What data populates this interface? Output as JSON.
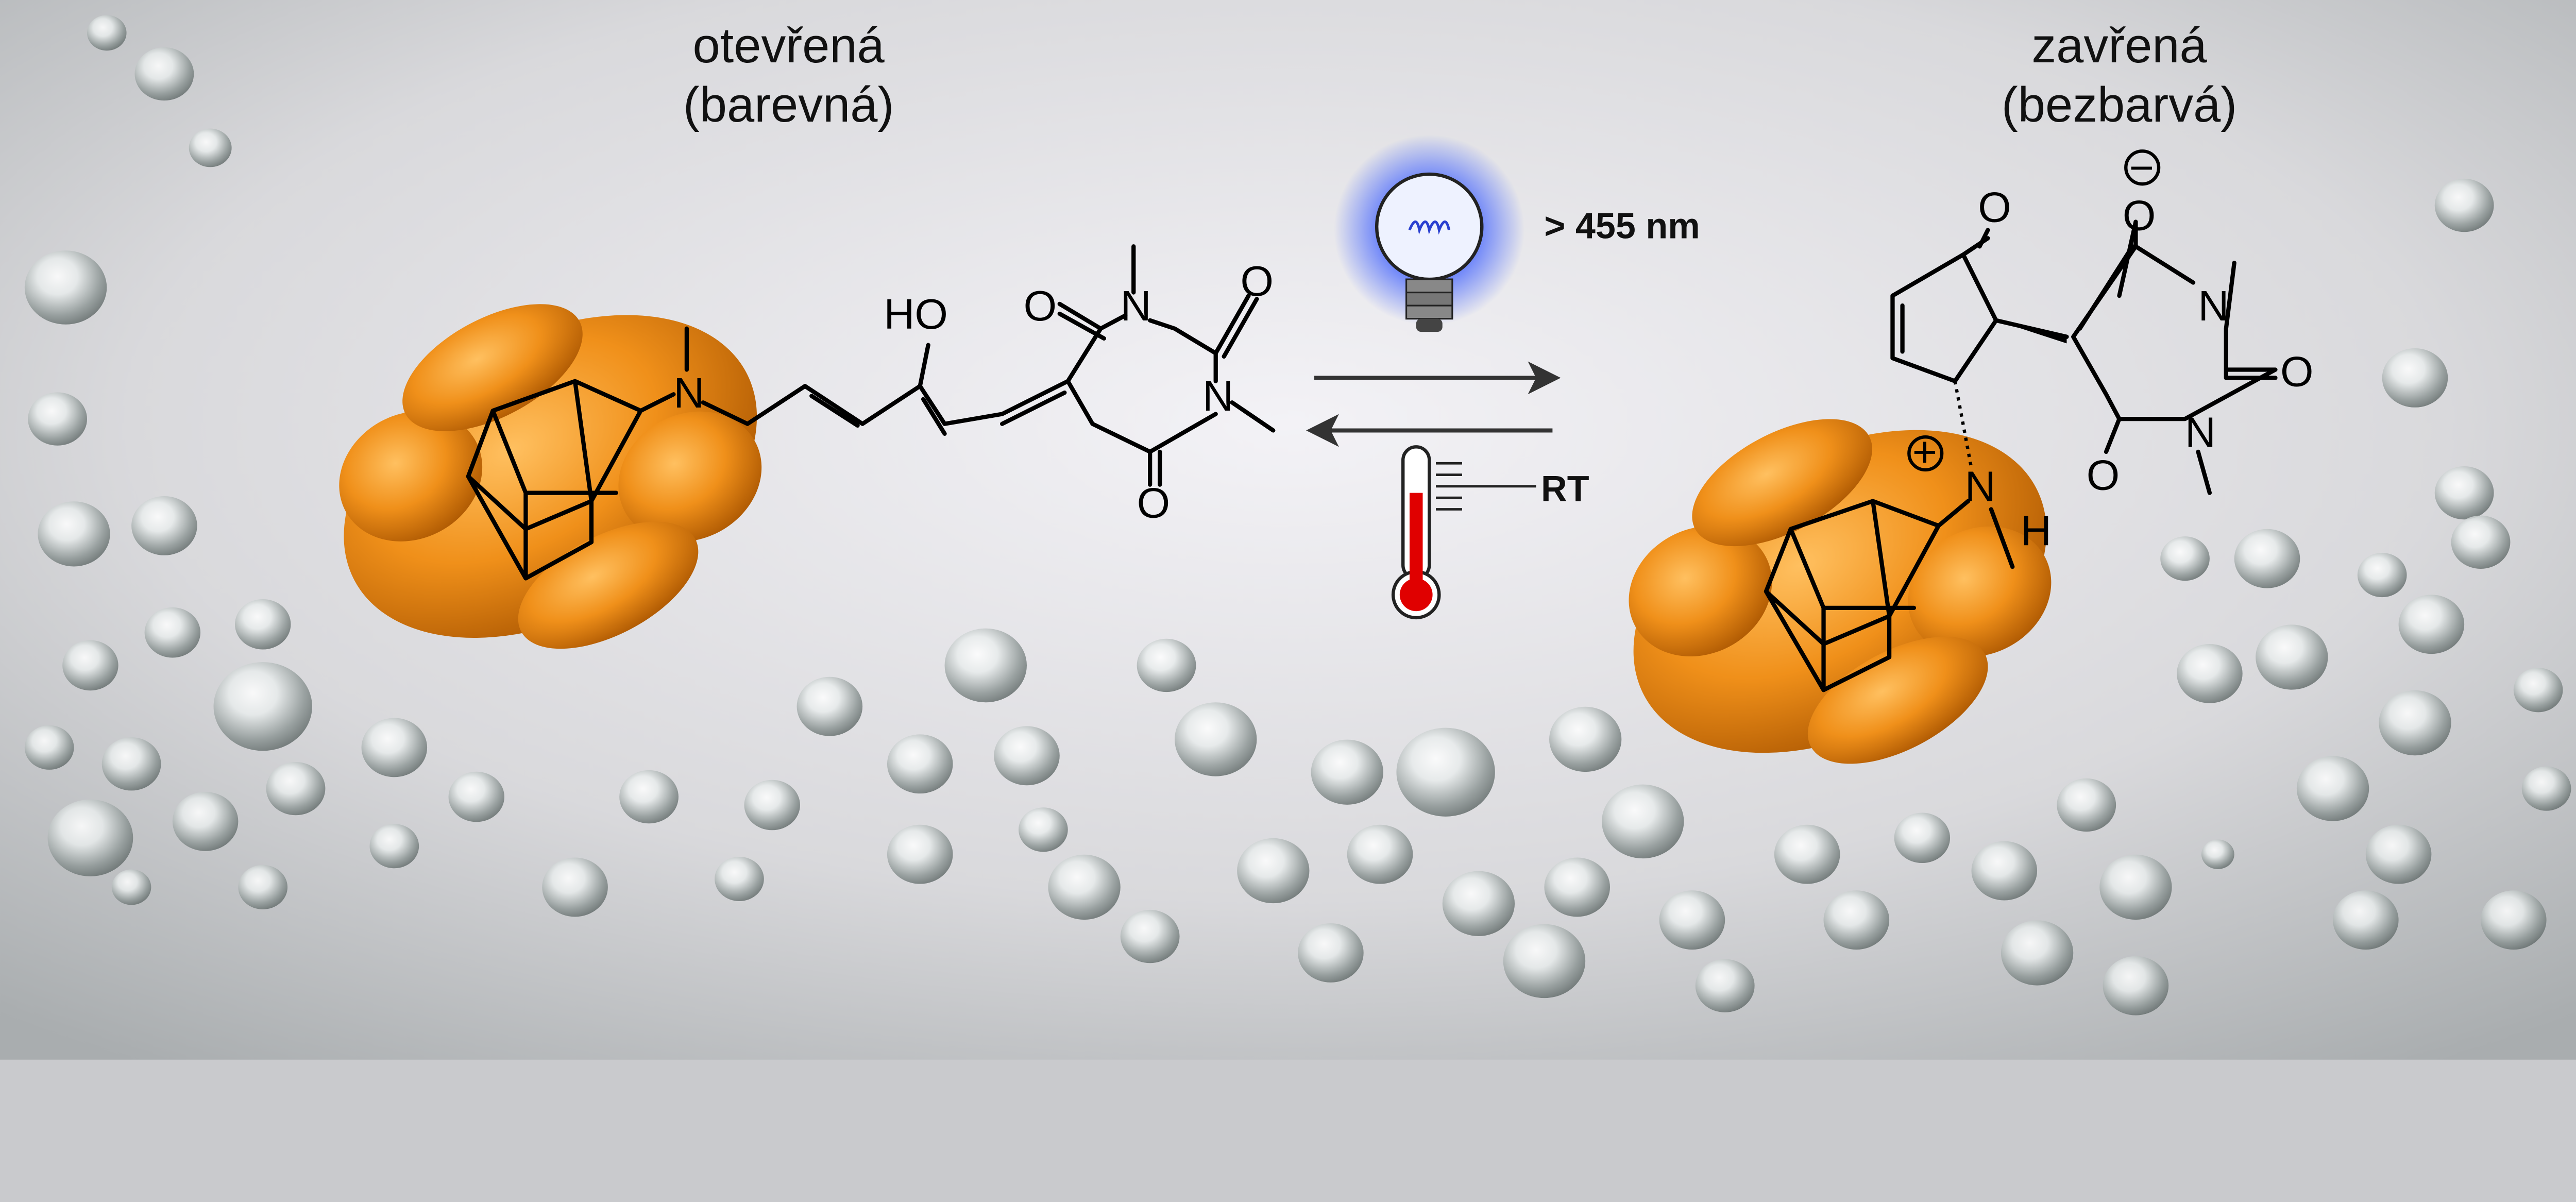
{
  "labels": {
    "open_form": "otevřená",
    "open_form_note": "(barevná)",
    "closed_form": "zavřená",
    "closed_form_note": "(bezbarvá)",
    "light_condition": "> 455 nm",
    "thermal_condition": "RT"
  },
  "atoms": {
    "n": "N",
    "o": "O",
    "ho": "HO",
    "h": "H",
    "plus": "+",
    "minus": "−"
  },
  "colors": {
    "host_orange": "#f0901a",
    "glow_blue": "#3a5cff",
    "thermometer_red": "#e00000"
  }
}
